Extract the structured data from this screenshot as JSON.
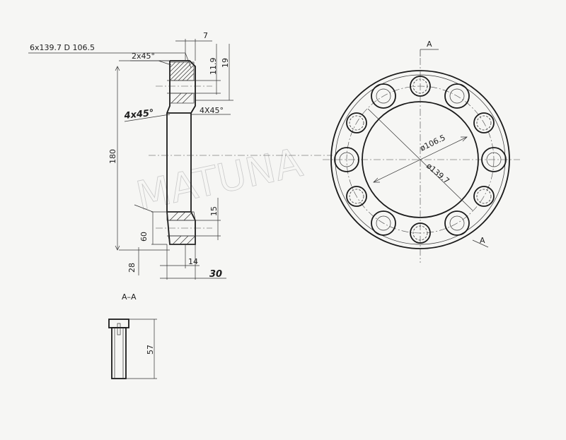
{
  "title": "6x139.7 D 106.5",
  "watermark": "MATUNA",
  "section_marker": "A",
  "section_title": "A–A",
  "dimensions": {
    "d7": "7",
    "d11_9": "11.9",
    "d19": "19",
    "chamfer_2x45": "2x45°",
    "chamfer_4x45_left": "4x45°",
    "chamfer_4x45_right": "4X45°",
    "d180": "180",
    "d15": "15",
    "d60": "60",
    "d28": "28",
    "d14": "14",
    "d30": "30",
    "dia_106_5": "ø106.5",
    "dia_139_7": "ø139.7",
    "d57": "57"
  }
}
